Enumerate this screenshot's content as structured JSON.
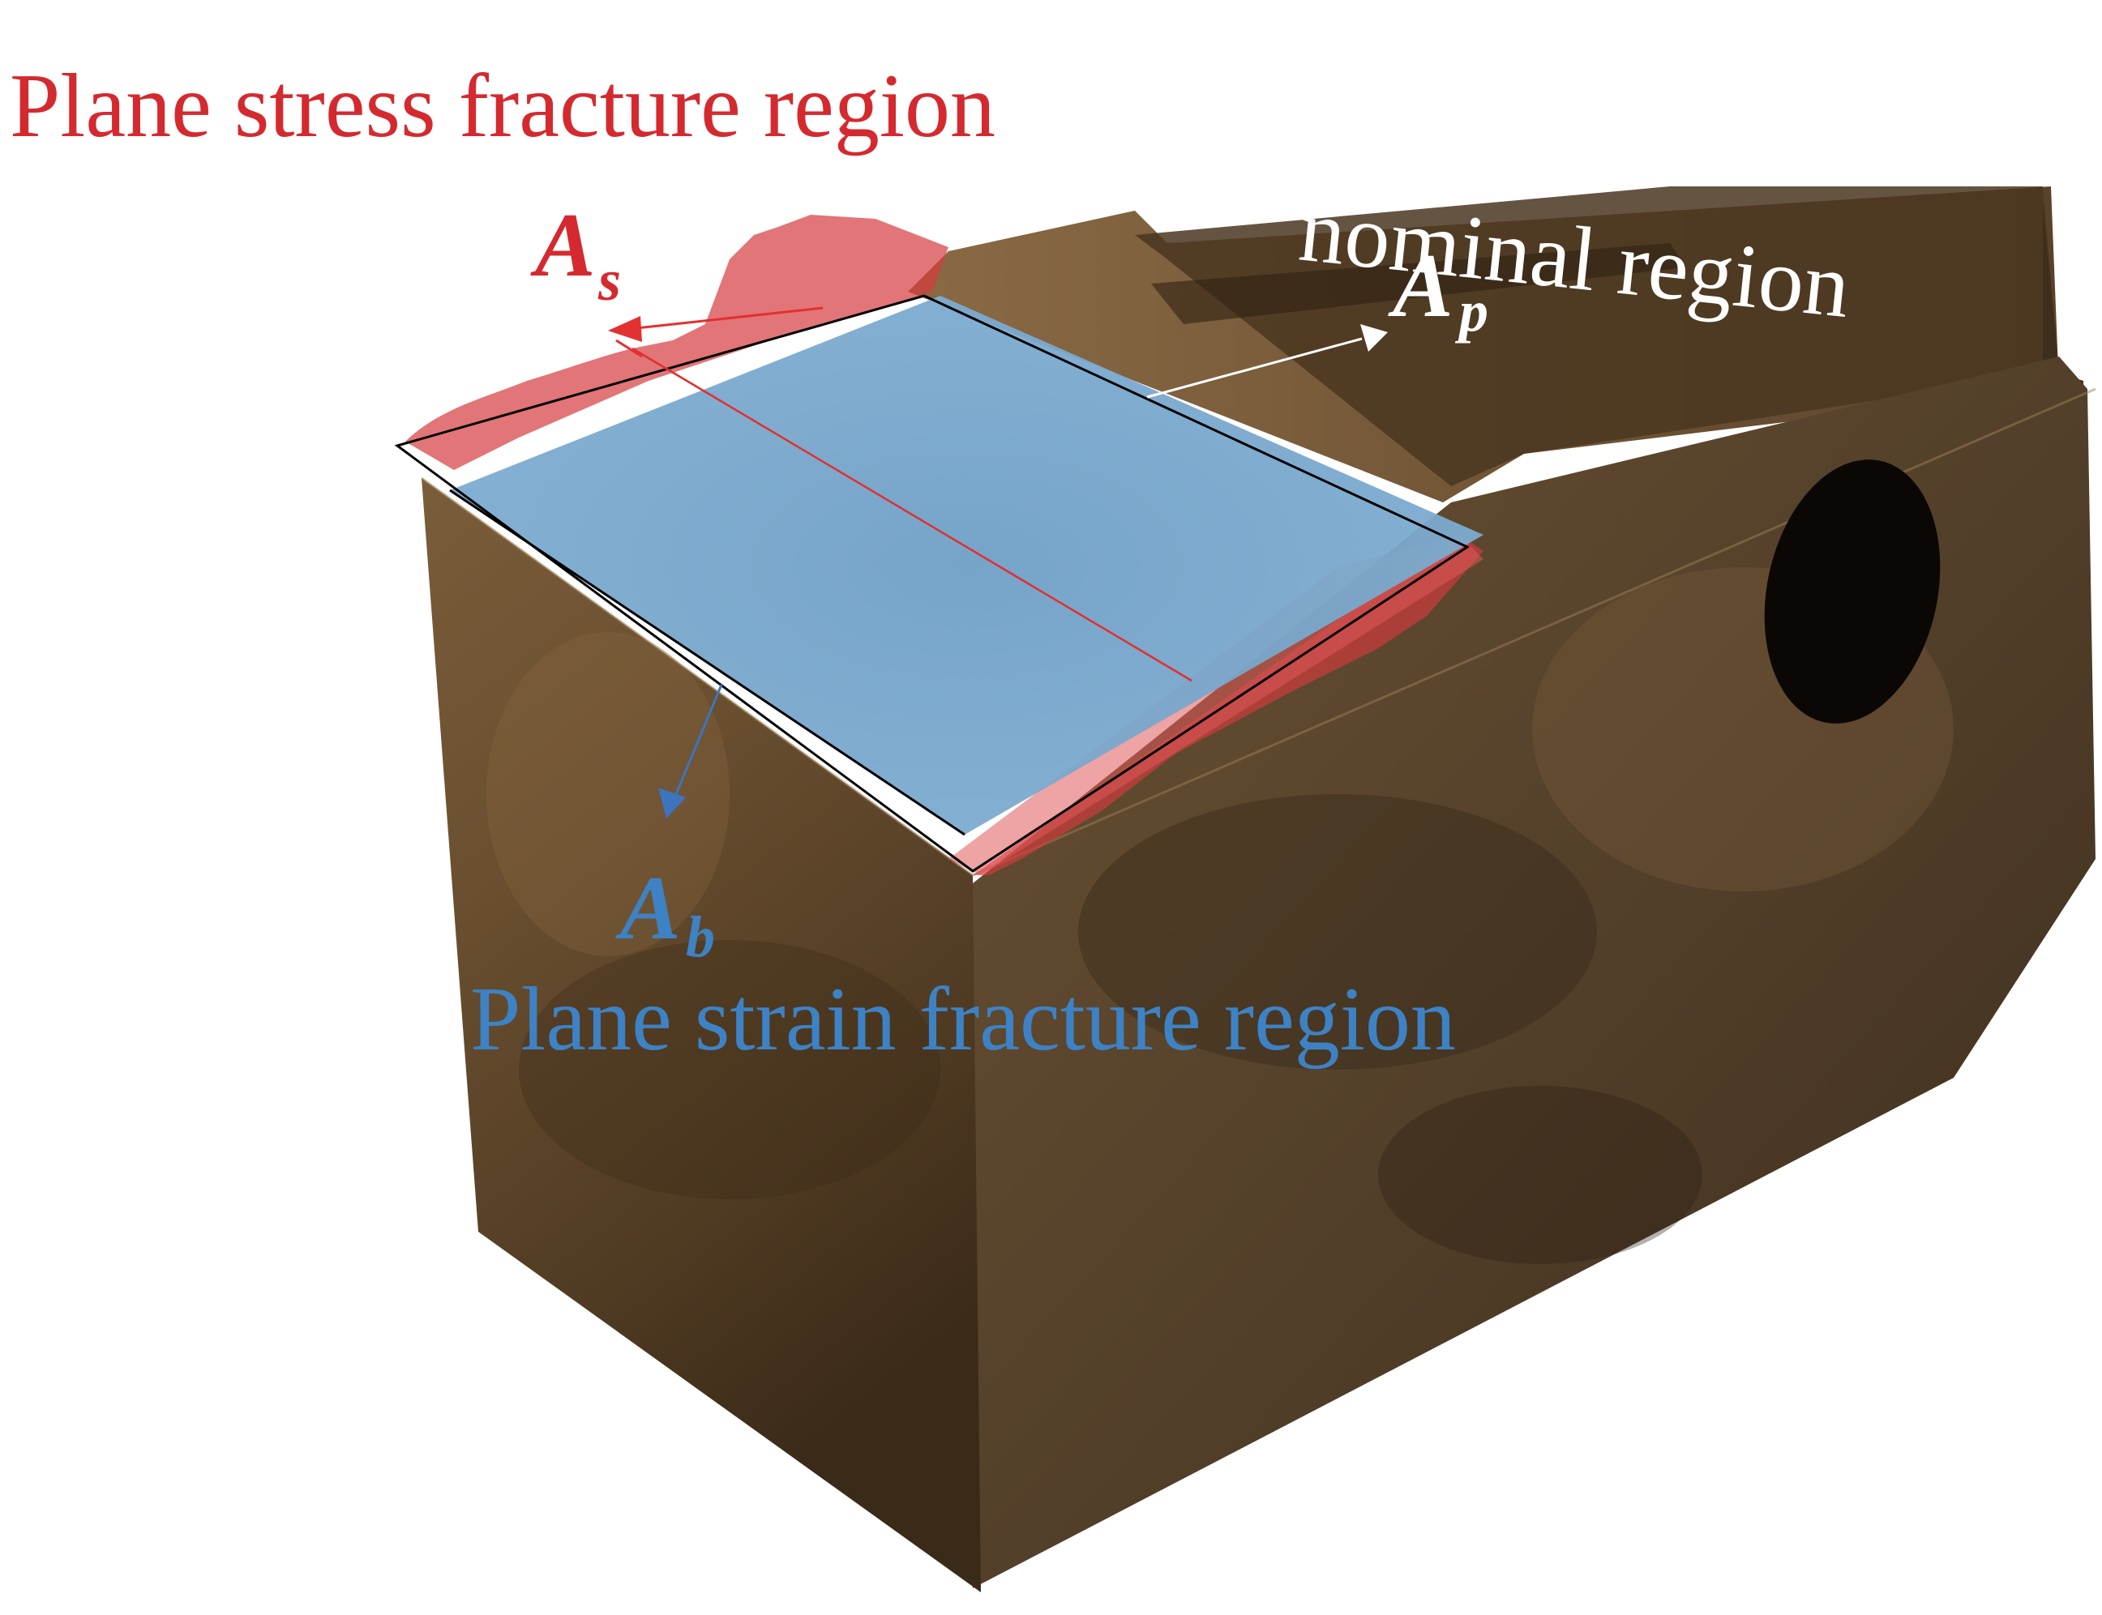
{
  "labels": {
    "stress_region": "Plane stress fracture region",
    "nominal_region": "nominal region",
    "strain_region": "Plane strain fracture region",
    "As": {
      "main": "A",
      "sub": "s"
    },
    "Ap": {
      "main": "A",
      "sub": "p"
    },
    "Ab": {
      "main": "A",
      "sub": "b"
    }
  },
  "colors": {
    "stress": "#d42a2f",
    "strain": "#3d82c4",
    "nominal": "#ffffff",
    "specimen": "#5e4528",
    "background": "#ffffff"
  }
}
